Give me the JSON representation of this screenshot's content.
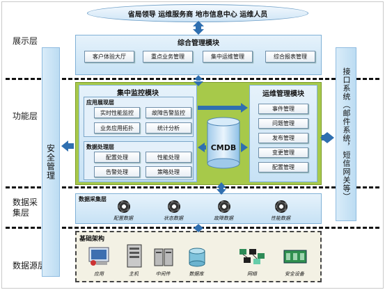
{
  "top": {
    "users": "省局领导 运维服务商 地市信息中心 运维人员"
  },
  "layers": {
    "display": "展示层",
    "function": "功能层",
    "collect_line1": "数据采",
    "collect_line2": "集层",
    "source": "数据源层"
  },
  "integrated": {
    "title": "综合管理模块",
    "items": [
      "客户体验大厅",
      "重点业务管理",
      "集中运维管理",
      "综合报表管理"
    ]
  },
  "security": "安全管理",
  "interface": "接口系统（邮件系统，短信网关等）",
  "monitor": {
    "title": "集中监控模块",
    "app_title": "应用展现层",
    "app_items": [
      "实时性能监控",
      "故障告警监控",
      "业务应用拓扑",
      "统计分析"
    ],
    "proc_title": "数据处理层",
    "proc_items": [
      "配置处理",
      "性能处理",
      "告警处理",
      "策略处理"
    ]
  },
  "cmdb": "CMDB",
  "ops": {
    "title": "运维管理模块",
    "items": [
      "事件管理",
      "问题管理",
      "发布管理",
      "变更管理",
      "配置管理"
    ]
  },
  "collection": {
    "title": "数据采集层",
    "items": [
      "配置数据",
      "状态数据",
      "故障数据",
      "性能数据"
    ]
  },
  "infra": {
    "title": "基础架构",
    "items": [
      "应用",
      "主机",
      "中间件",
      "数据库",
      "网络",
      "安全设备"
    ]
  },
  "colors": {
    "accent_green": "#a7c94a",
    "panel_blue": "#c7e2f5",
    "arrow_blue": "#2f6fb0"
  }
}
